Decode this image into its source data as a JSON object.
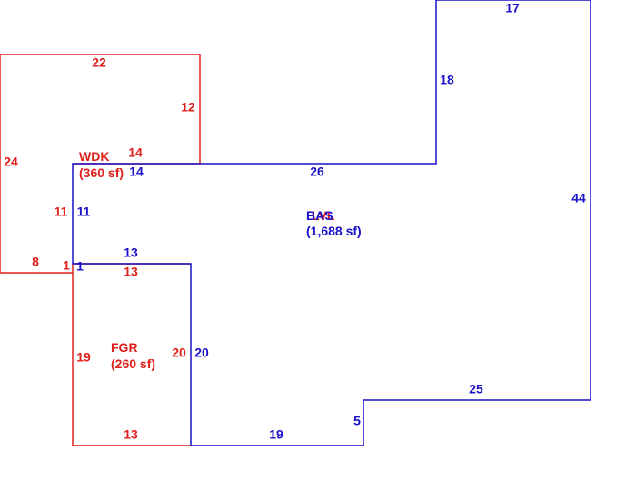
{
  "colors": {
    "red": "#e0201c",
    "blue": "#1a10c8",
    "background": "#ffffff"
  },
  "areas": {
    "wdk": {
      "code": "WDK",
      "area": "(360 sf)"
    },
    "fgr": {
      "code": "FGR",
      "area": "(260 sf)"
    },
    "bas": {
      "code": "BAS",
      "area": "(1,688 sf)"
    },
    "overlap_code": "LVL"
  },
  "wdk_dims": {
    "top": "22",
    "right": "12",
    "left": "24",
    "bottom_left": "8",
    "bottom_inner": "1",
    "right_lower": "11",
    "top_inner": "14"
  },
  "fgr_dims": {
    "top": "13",
    "left": "19",
    "right": "20",
    "bottom": "13"
  },
  "bas_dims": {
    "top_left": "14",
    "left": "11",
    "notch_left": "1",
    "notch_top": "13",
    "notch_right": "20",
    "bottom": "19",
    "step_vert": "5",
    "step_horiz": "25",
    "right": "44",
    "top_right": "17",
    "upper_left": "18",
    "top_middle": "26"
  }
}
